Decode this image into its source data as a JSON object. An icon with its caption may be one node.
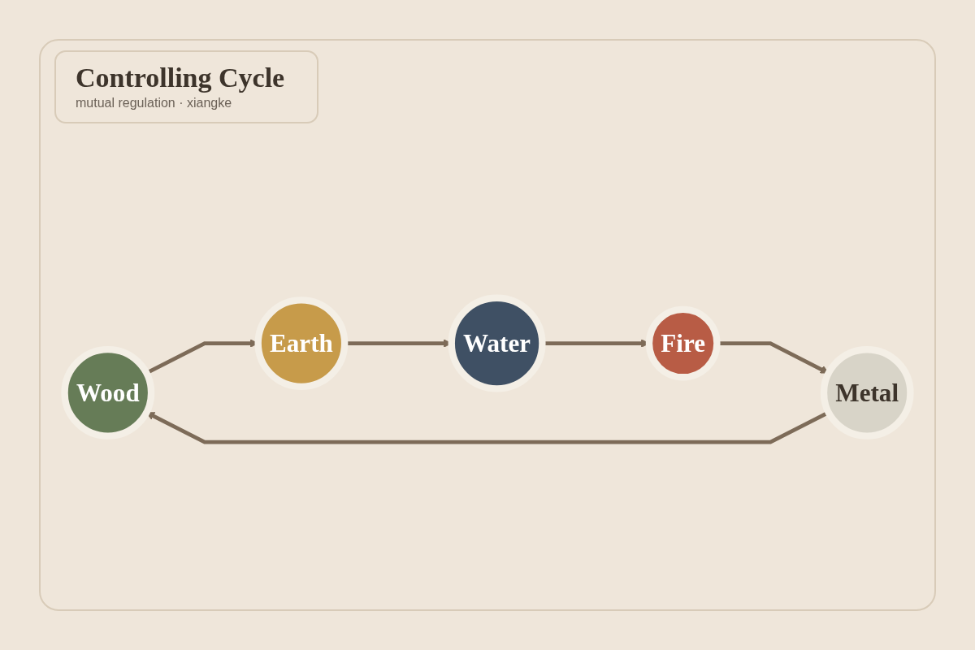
{
  "diagram": {
    "title": "Controlling Cycle",
    "nodes": [
      {
        "text": [
          "Wood"
        ]
      },
      {
        "text": [
          "Water"
        ]
      },
      {
        "text": [
          "Fire"
        ]
      },
      {
        "text": [
          "Metal"
        ]
      },
      {
        "text": [
          "Earth"
        ]
      }
    ],
    "edges": [
      {
        "from": 0,
        "to": 4,
        "arrow": "to"
      },
      {
        "from": 4,
        "to": 1,
        "arrow": "to"
      },
      {
        "from": 1,
        "to": 2,
        "arrow": "to"
      },
      {
        "from": 2,
        "to": 3,
        "arrow": "to"
      },
      {
        "from": 3,
        "to": 0,
        "arrow": "to"
      }
    ],
    "labels": [
      "mutual regulation · xiangke"
    ]
  }
}
